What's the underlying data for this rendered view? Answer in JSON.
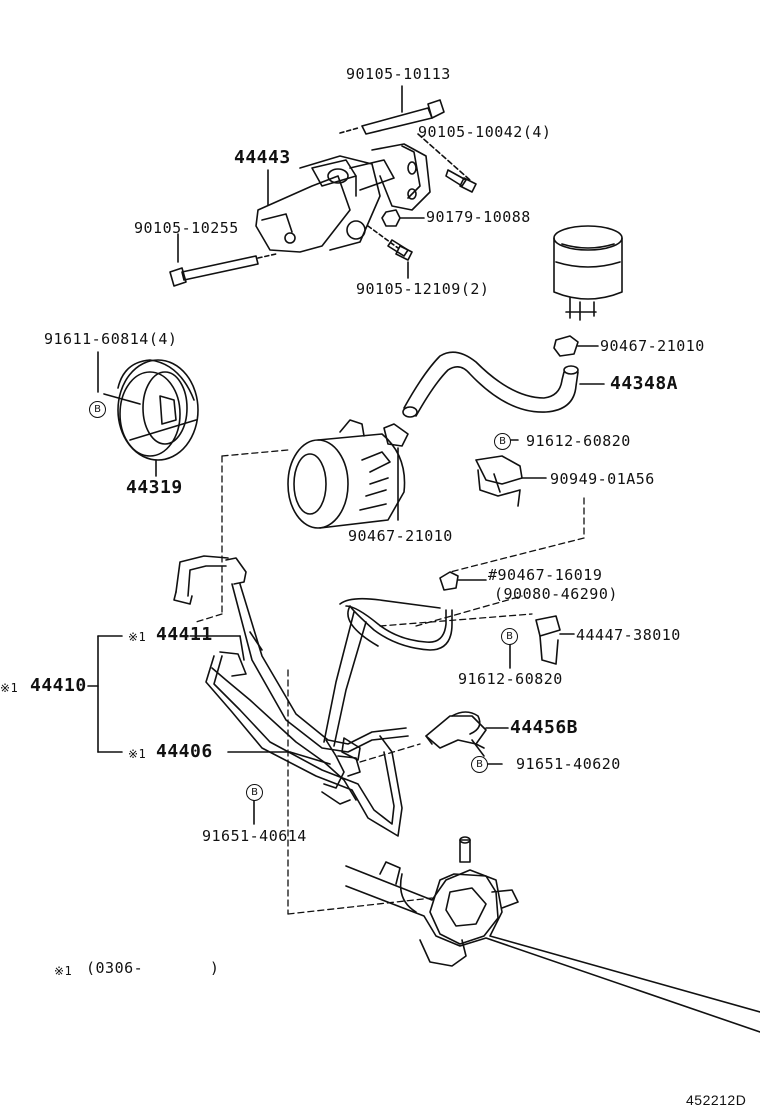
{
  "labels": {
    "p1": "90105-10113",
    "p2": "90105-10042(4)",
    "p3": "44443",
    "p4": "90179-10088",
    "p5": "90105-10255",
    "p6": "90105-12109(2)",
    "p7": "91611-60814(4)",
    "p8": "90467-21010",
    "p9": "44348A",
    "p10": "44319",
    "p11": "91612-60820",
    "p12": "90949-01A56",
    "p13": "90467-21010",
    "p14": "#90467-16019",
    "p15": "(90080-46290)",
    "p16": "44411",
    "p17": "44447-38010",
    "p18": "44410",
    "p19": "91612-60820",
    "p20": "44456B",
    "p21": "44406",
    "p22": "91651-40620",
    "p23": "91651-40614"
  },
  "markers": {
    "note_mark": "※1",
    "bolt_symbol": "B"
  },
  "footnote": {
    "mark": "※1",
    "text": "(0306-       )"
  },
  "diagram_id": "452212D"
}
